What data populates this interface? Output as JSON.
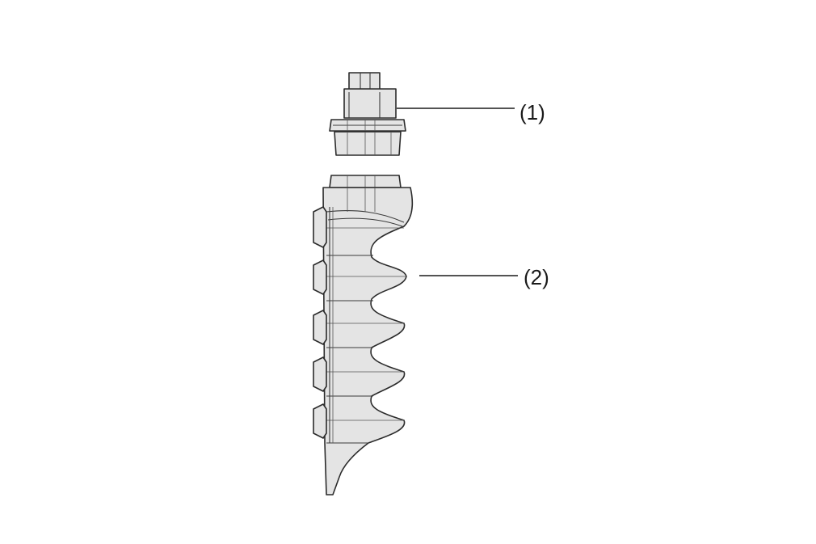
{
  "callouts": [
    {
      "id": "1",
      "label": "(1)"
    },
    {
      "id": "2",
      "label": "(2)"
    }
  ],
  "colors": {
    "part_fill": "#e4e4e4",
    "outline": "#2b2b2b",
    "leader": "#1a1a1a",
    "background": "#ffffff"
  }
}
